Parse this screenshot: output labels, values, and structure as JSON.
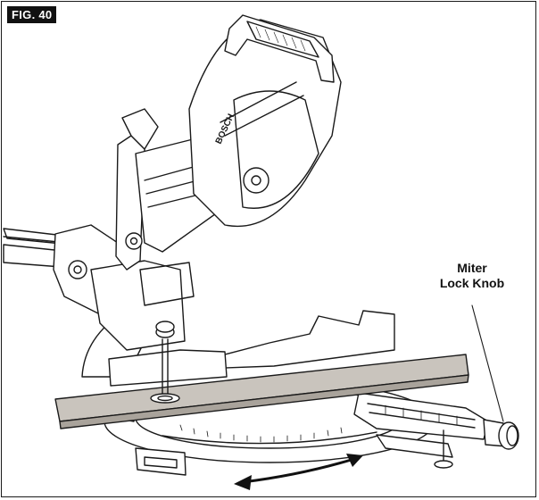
{
  "figure": {
    "label": "FIG. 40",
    "brand_mark": "BOSCH"
  },
  "callout": {
    "line1": "Miter",
    "line2": "Lock Knob"
  },
  "colors": {
    "line": "#1a1a1a",
    "workpiece": "#c9c4bd",
    "label_bg": "#111111",
    "label_text": "#ffffff"
  },
  "icons": {
    "rotation_arrow": "double-headed-curved-arrow",
    "leader": "leader-line"
  }
}
